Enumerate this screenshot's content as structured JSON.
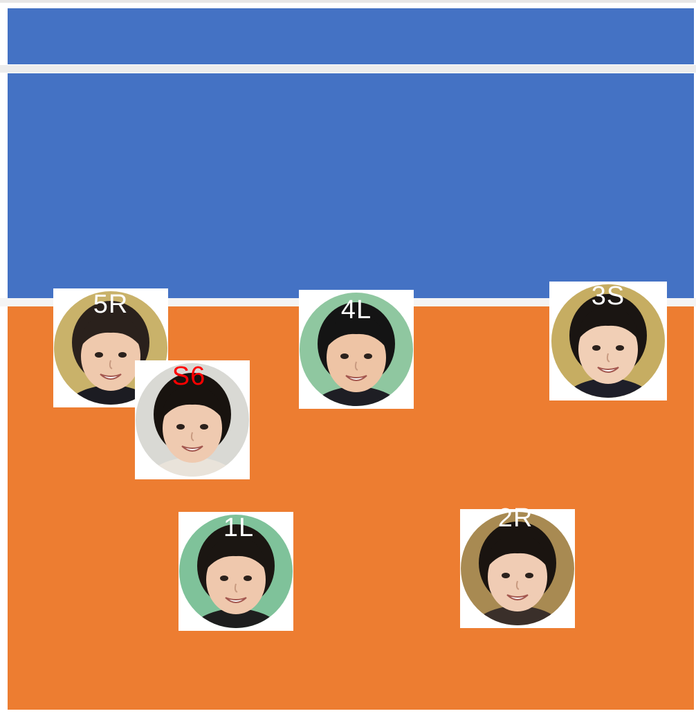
{
  "players": [
    {
      "id": "p5",
      "label": "5R",
      "label_color": "#ffffff",
      "bg": "#c9b26a",
      "hair": "#2a211c",
      "shirt": "#1c1c22",
      "skin": "#efc9ad"
    },
    {
      "id": "p4",
      "label": "4L",
      "label_color": "#ffffff",
      "bg": "#8fc7a0",
      "hair": "#141414",
      "shirt": "#1e1e24",
      "skin": "#eec4a5"
    },
    {
      "id": "p3",
      "label": "3S",
      "label_color": "#ffffff",
      "bg": "#c6ad62",
      "hair": "#1a1512",
      "shirt": "#1f1f29",
      "skin": "#f1cfb6"
    },
    {
      "id": "p6",
      "label": "S6",
      "label_color": "#ff0000",
      "bg": "#d9d9d4",
      "hair": "#18130f",
      "shirt": "#e9e3da",
      "skin": "#efcab0"
    },
    {
      "id": "p1",
      "label": "1L",
      "label_color": "#ffffff",
      "bg": "#7fc29a",
      "hair": "#1b1612",
      "shirt": "#1e1e1e",
      "skin": "#efc8ad"
    },
    {
      "id": "p2",
      "label": "2R",
      "label_color": "#ffffff",
      "bg": "#a88a52",
      "hair": "#1a1410",
      "shirt": "#3a2f2a",
      "skin": "#f0ccb4"
    }
  ],
  "colors": {
    "court_blue": "#4472c4",
    "court_orange": "#ed7d31",
    "line": "#f2f2f2"
  }
}
